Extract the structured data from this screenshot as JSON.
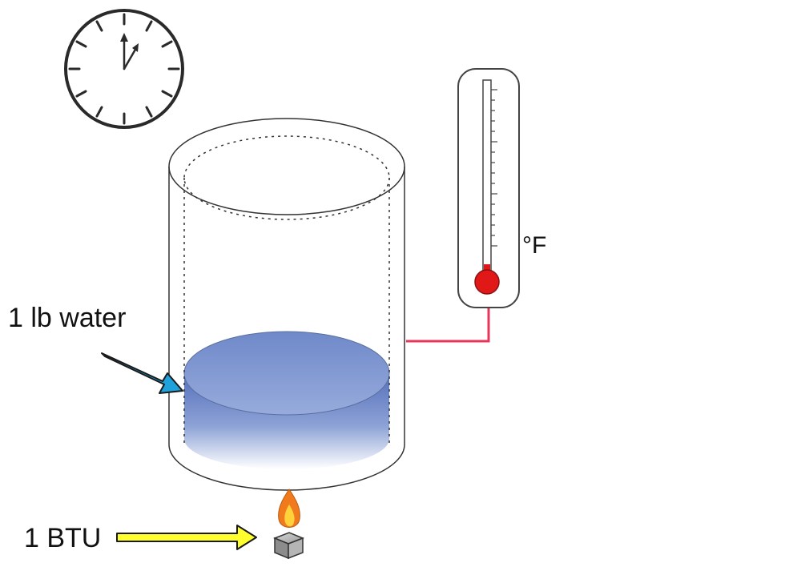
{
  "labels": {
    "water": "1 lb water",
    "btu": "1 BTU",
    "temperature_unit": "°F"
  },
  "icons": {
    "clock": "clock-icon",
    "thermometer": "thermometer-icon",
    "flame": "flame-icon"
  },
  "colors": {
    "water_top": "#7a93cf",
    "water_side": "#5a76bf",
    "water_arrow": "#1fa1dc",
    "heat_arrow": "#ffff2e",
    "thermometer_bulb": "#e01818",
    "probe_wire": "#e8365a",
    "flame_outer": "#f07a1c",
    "flame_inner": "#ffd23c"
  }
}
